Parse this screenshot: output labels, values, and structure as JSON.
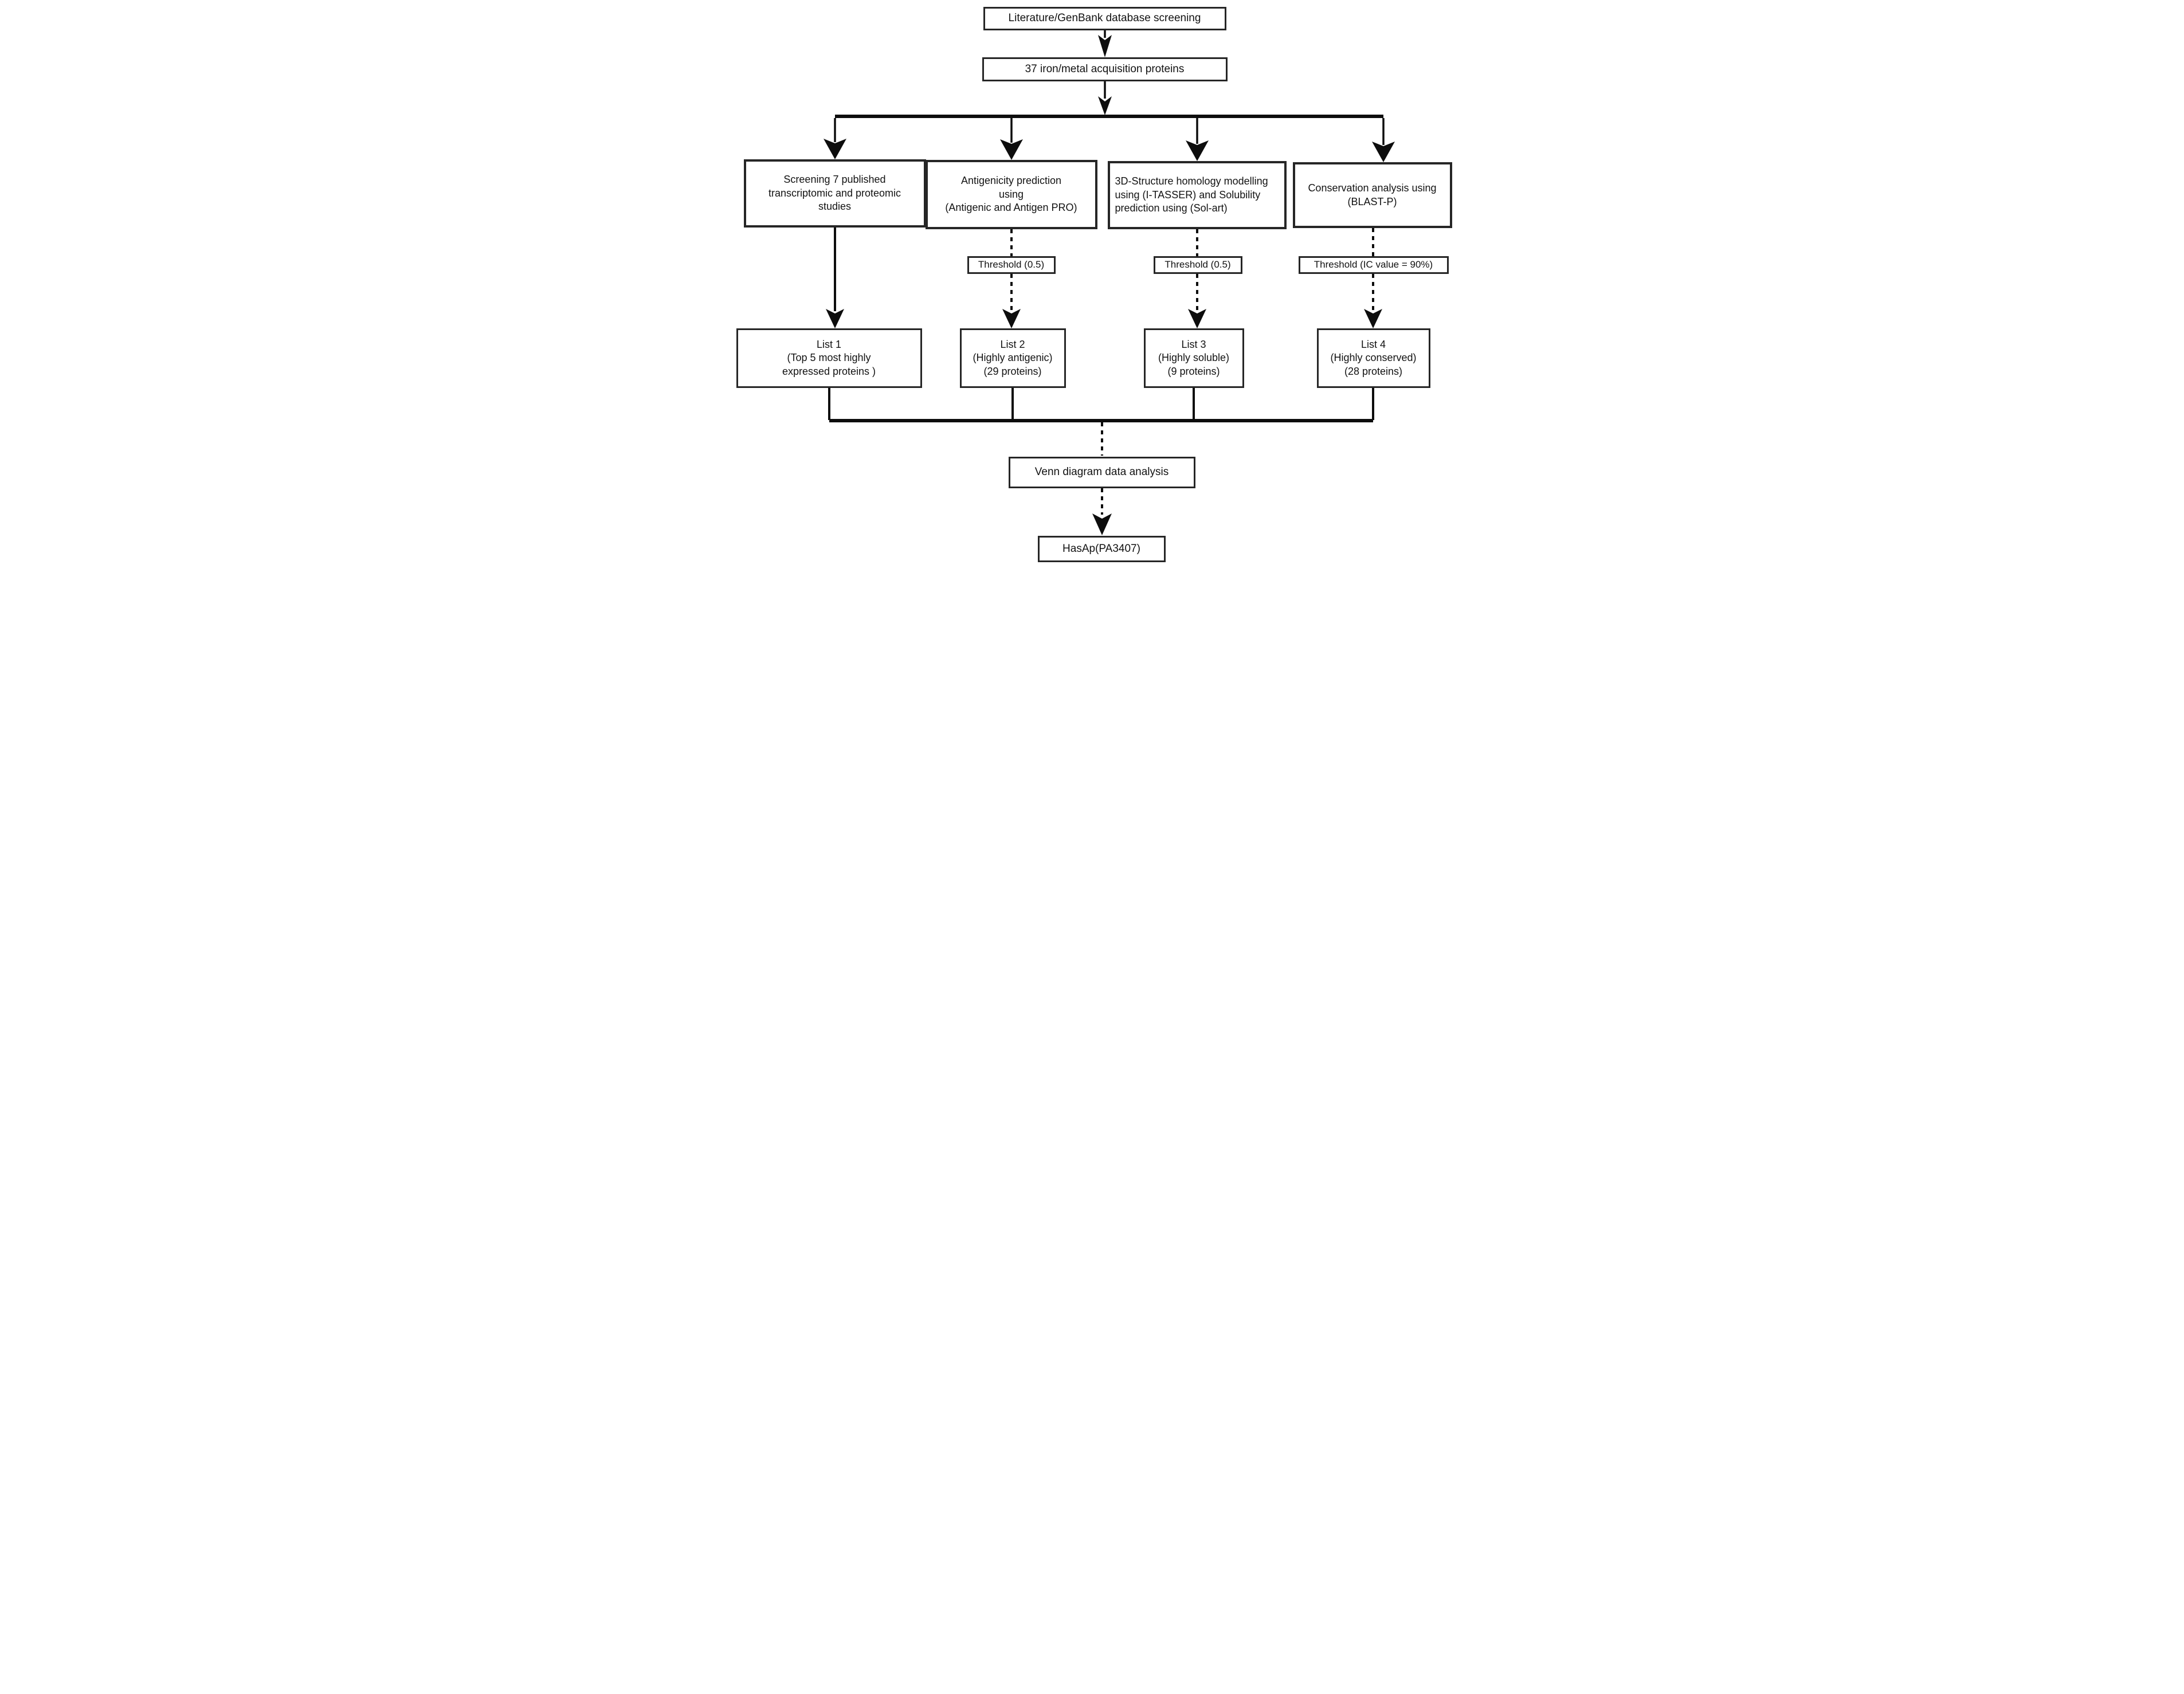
{
  "flow": {
    "source_box": "Literature/GenBank database screening",
    "proteins_box": "37 iron/metal acquisition proteins",
    "branches": [
      {
        "process": "Screening 7 published\ntranscriptomic and proteomic\nstudies",
        "threshold": "",
        "list": "List 1\n(Top 5 most highly\nexpressed proteins )"
      },
      {
        "process": "Antigenicity prediction\nusing\n(Antigenic and Antigen PRO)",
        "threshold": "Threshold (0.5)",
        "list": "List 2\n(Highly antigenic)\n(29 proteins)"
      },
      {
        "process": "3D-Structure homology modelling\nusing (I-TASSER) and Solubility\nprediction using (Sol-art)",
        "threshold": "Threshold (0.5)",
        "list": "List 3\n(Highly soluble)\n(9 proteins)"
      },
      {
        "process": "Conservation analysis using\n(BLAST-P)",
        "threshold": "Threshold (IC value = 90%)",
        "list": "List 4\n(Highly conserved)\n(28 proteins)"
      }
    ],
    "venn_box": "Venn diagram data analysis",
    "result_box": "HasAp(PA3407)"
  },
  "colors": {
    "background": "#ffffff",
    "line": "#0d0d0d",
    "border": "#262626",
    "text": "#121212"
  }
}
